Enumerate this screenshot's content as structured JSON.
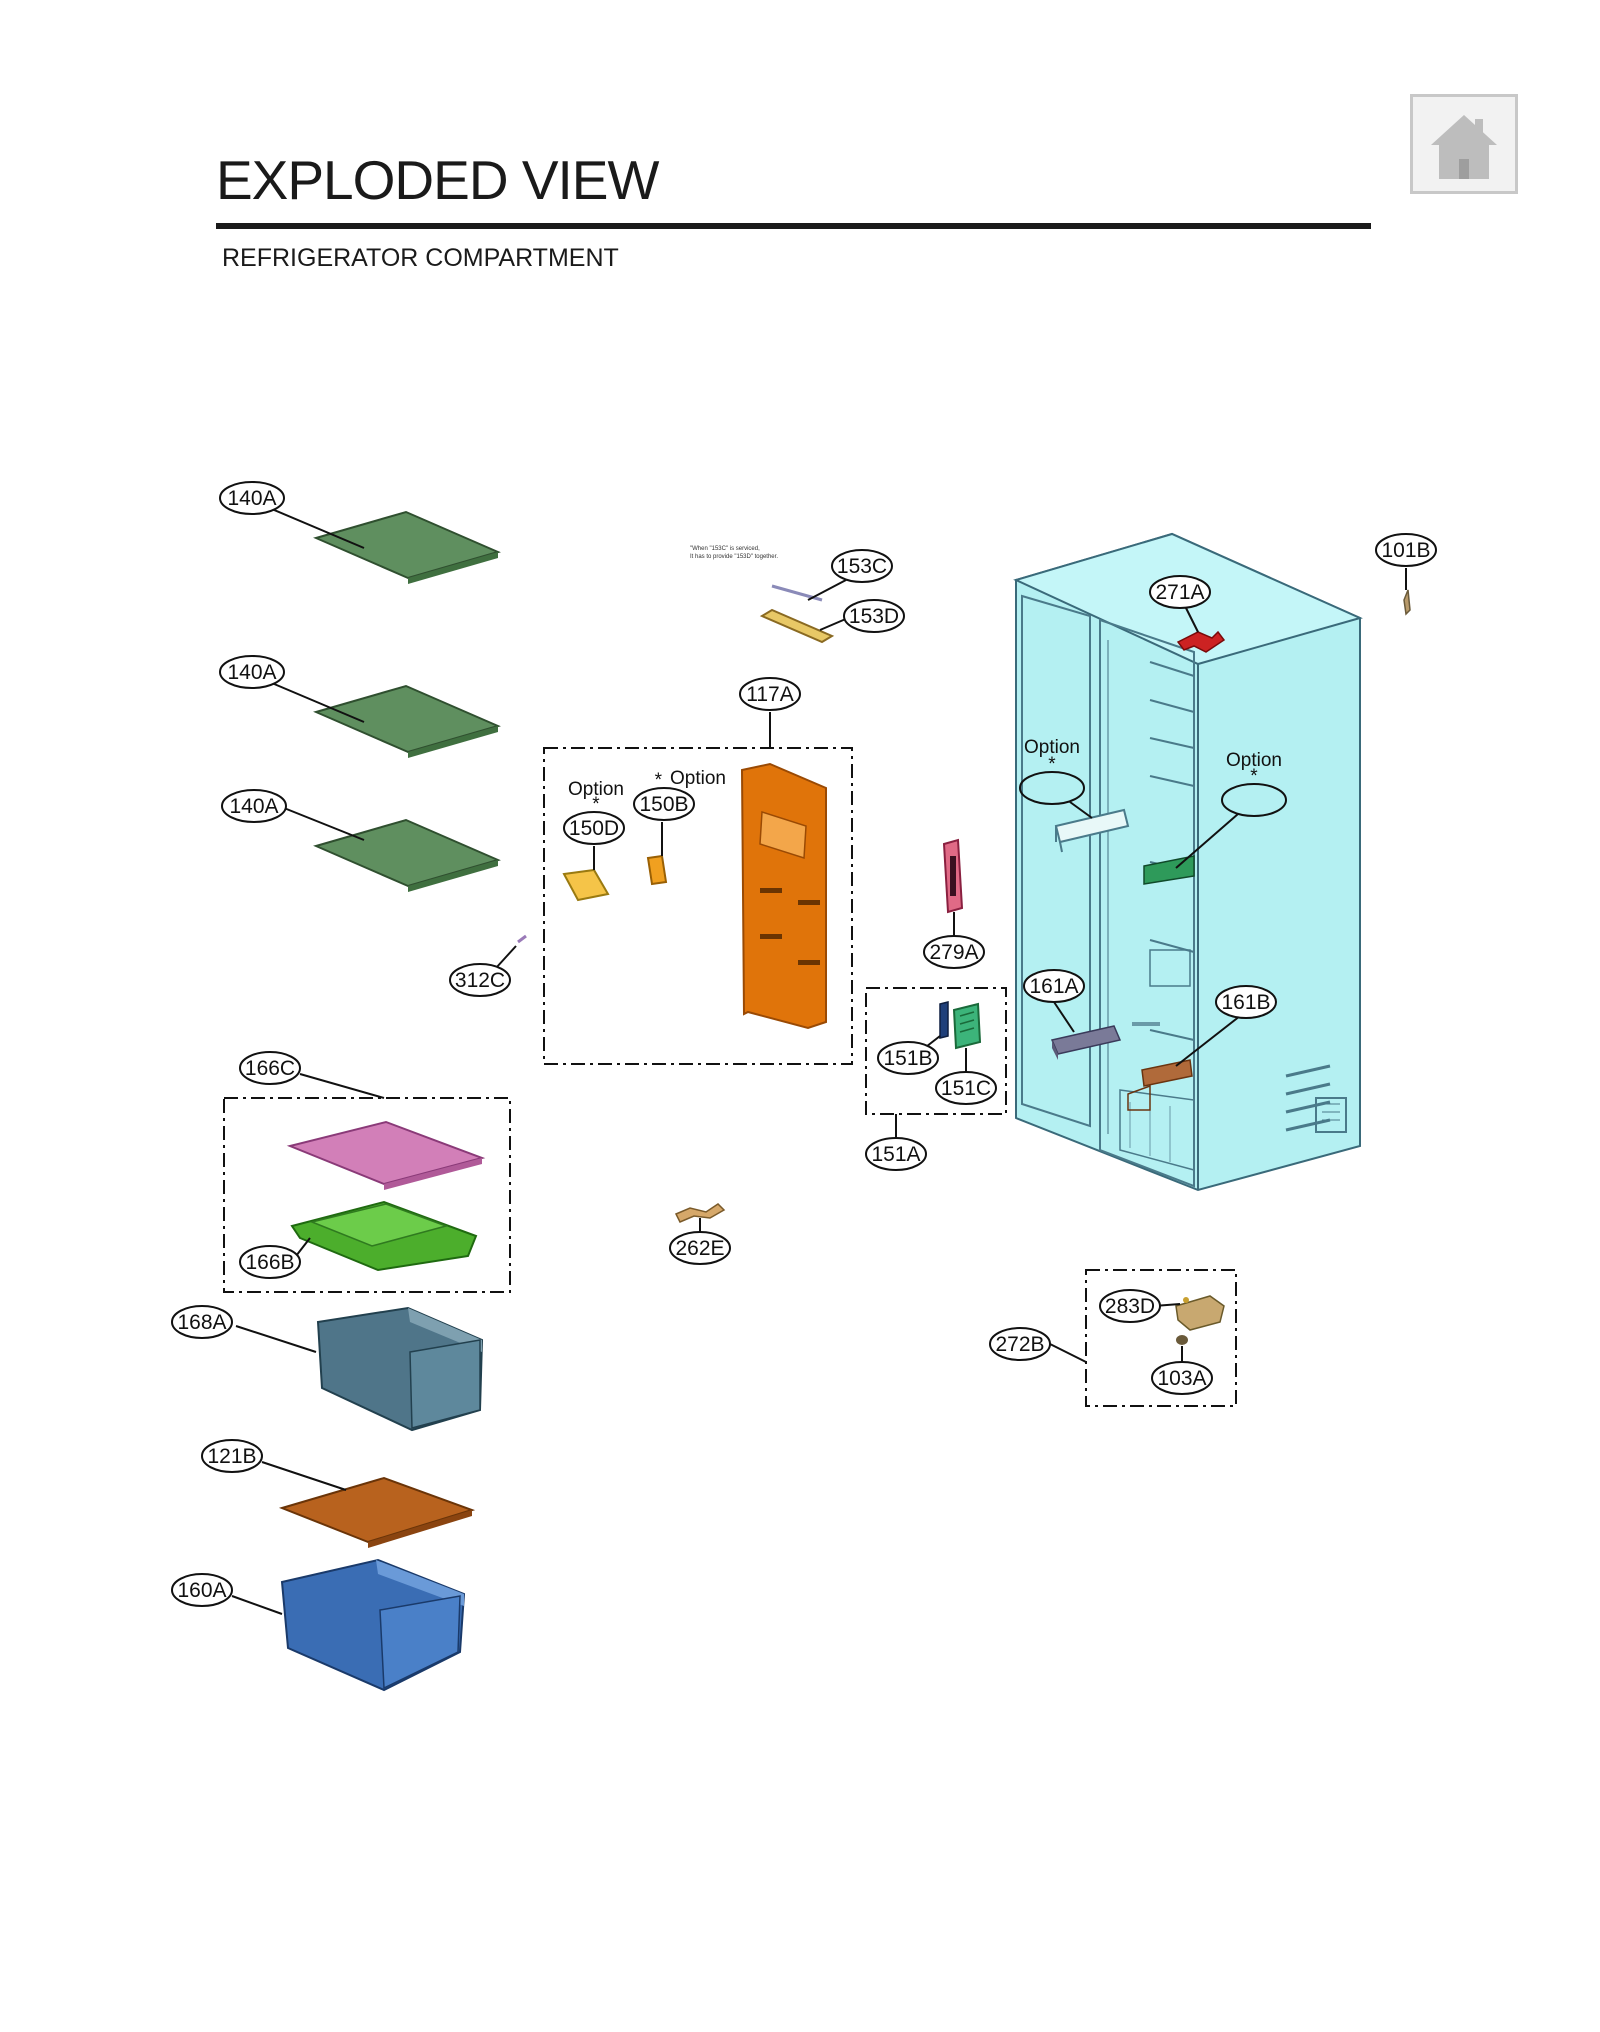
{
  "header": {
    "title": "EXPLODED VIEW",
    "subtitle": "REFRIGERATOR COMPARTMENT"
  },
  "nav": {
    "home_icon": "home-icon"
  },
  "notes": {
    "service_line1": "\"When \"153C\" is serviced,",
    "service_line2": "It has to provide \"153D\" together."
  },
  "option_labels": {
    "text": "Option",
    "star": "*"
  },
  "callouts": {
    "c140A_1": "140A",
    "c140A_2": "140A",
    "c140A_3": "140A",
    "c153C": "153C",
    "c153D": "153D",
    "c117A": "117A",
    "c150D": "150D",
    "c150B": "150B",
    "c312C": "312C",
    "c279A": "279A",
    "c151B": "151B",
    "c151C": "151C",
    "c151A": "151A",
    "c166C": "166C",
    "c166B": "166B",
    "c168A": "168A",
    "c121B": "121B",
    "c160A": "160A",
    "c262E": "262E",
    "c101B": "101B",
    "c271A": "271A",
    "c161A": "161A",
    "c161B": "161B",
    "c272B": "272B",
    "c283D": "283D",
    "c103A": "103A"
  },
  "colors": {
    "cabinet": "#b4f0f2",
    "shelf_glass": "#5f8f5f",
    "cover_pink": "#d27fb8",
    "tray_green": "#4cae2c",
    "drawer_slate": "#4f7589",
    "cover_orange": "#b8621e",
    "drawer_blue": "#3a6db4",
    "duct_orange": "#e0740a",
    "part_red": "#cc2222"
  }
}
